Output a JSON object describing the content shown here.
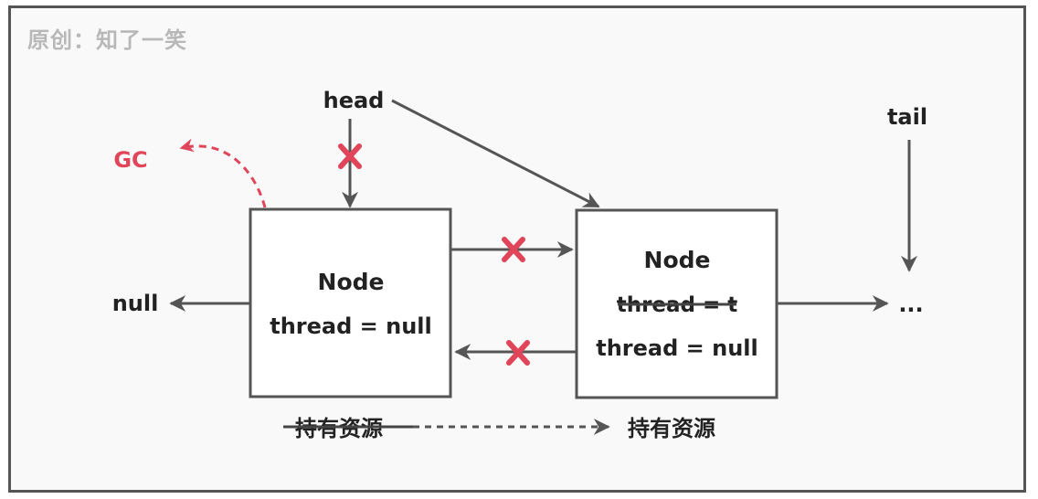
{
  "watermark": "原创：知了一笑",
  "labels": {
    "head": "head",
    "tail": "tail",
    "gc": "GC",
    "null_left": "null",
    "ellipsis": "..."
  },
  "node_left": {
    "title": "Node",
    "thread": "thread = null"
  },
  "node_right": {
    "title": "Node",
    "thread_old": "thread = t",
    "thread_new": "thread = null"
  },
  "resource": {
    "old": "持有资源",
    "new": "持有资源"
  },
  "colors": {
    "line": "#555555",
    "cross": "#e0455a",
    "text": "#222222",
    "watermark": "#b8b8b8"
  }
}
